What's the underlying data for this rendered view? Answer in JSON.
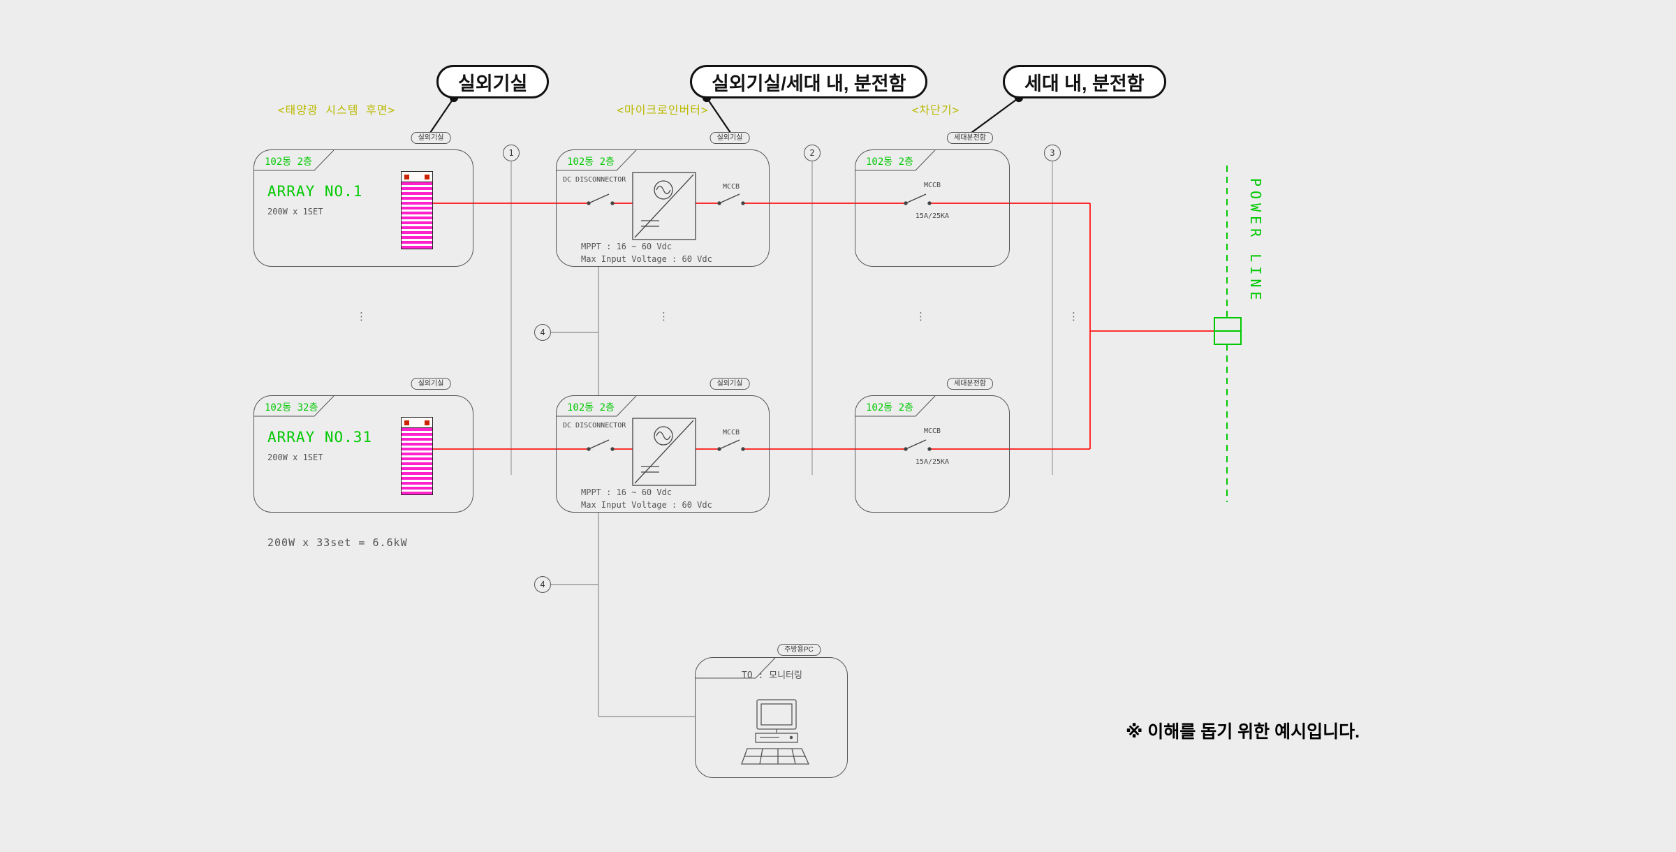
{
  "canvas": {
    "note": "※ 이해를 돕기 위한 예시입니다."
  },
  "colors": {
    "green": "#00c800",
    "olive": "#b9b900",
    "red": "#ff1414",
    "line": "#666666",
    "background": "#ededed",
    "panel_stripe": "#ff22cc"
  },
  "callouts": [
    {
      "label": "실외기실"
    },
    {
      "label": "실외기실/세대 내, 분전함"
    },
    {
      "label": "세대 내, 분전함"
    }
  ],
  "section_labels": [
    {
      "label": "<태양광 시스템 후면>"
    },
    {
      "label": "<마이크로인버터>"
    },
    {
      "label": "<차단기>"
    }
  ],
  "markers": {
    "one": "1",
    "two": "2",
    "three": "3",
    "four": "4"
  },
  "ellipsis": "⋮",
  "rows": [
    {
      "array": {
        "zone": "102동 2층",
        "tag": "실외기실",
        "title": "ARRAY NO.1",
        "spec": "200W x 1SET"
      },
      "inverter": {
        "zone": "102동 2층",
        "tag": "실외기실",
        "disconnector": "DC DISCONNECTOR",
        "mccb": "MCCB",
        "mppt": "MPPT : 16 ~ 60 Vdc",
        "max_input": "Max Input Voltage : 60 Vdc"
      },
      "breaker": {
        "zone": "102동 2층",
        "tag": "세대분전함",
        "mccb": "MCCB",
        "rating": "15A/25KA"
      }
    },
    {
      "array": {
        "zone": "102동 32층",
        "tag": "실외기실",
        "title": "ARRAY NO.31",
        "spec": "200W x 1SET"
      },
      "inverter": {
        "zone": "102동 2층",
        "tag": "실외기실",
        "disconnector": "DC DISCONNECTOR",
        "mccb": "MCCB",
        "mppt": "MPPT : 16 ~ 60 Vdc",
        "max_input": "Max Input Voltage : 60 Vdc"
      },
      "breaker": {
        "zone": "102동 2층",
        "tag": "세대분전함",
        "mccb": "MCCB",
        "rating": "15A/25KA"
      }
    }
  ],
  "totals": {
    "summary": "200W x 33set  =  6.6kW"
  },
  "power_line": {
    "label": "POWER LINE"
  },
  "monitoring": {
    "tag": "주방용PC",
    "label": "TO : 모니터링"
  }
}
